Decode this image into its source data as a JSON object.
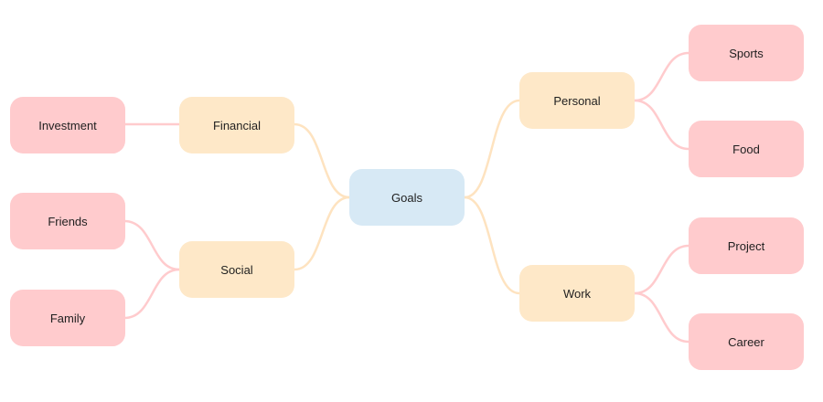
{
  "diagram": {
    "type": "mind-map",
    "colors": {
      "root_fill": "#d7e9f5",
      "branch_fill": "#fee8c8",
      "leaf_fill": "#ffcbcd",
      "branch_edge": "#fee3c0",
      "leaf_edge": "#ffcbcd"
    },
    "root": {
      "label": "Goals"
    },
    "branches": [
      {
        "label": "Financial",
        "side": "left",
        "children": [
          {
            "label": "Investment"
          }
        ]
      },
      {
        "label": "Social",
        "side": "left",
        "children": [
          {
            "label": "Friends"
          },
          {
            "label": "Family"
          }
        ]
      },
      {
        "label": "Personal",
        "side": "right",
        "children": [
          {
            "label": "Sports"
          },
          {
            "label": "Food"
          }
        ]
      },
      {
        "label": "Work",
        "side": "right",
        "children": [
          {
            "label": "Project"
          },
          {
            "label": "Career"
          }
        ]
      }
    ]
  }
}
